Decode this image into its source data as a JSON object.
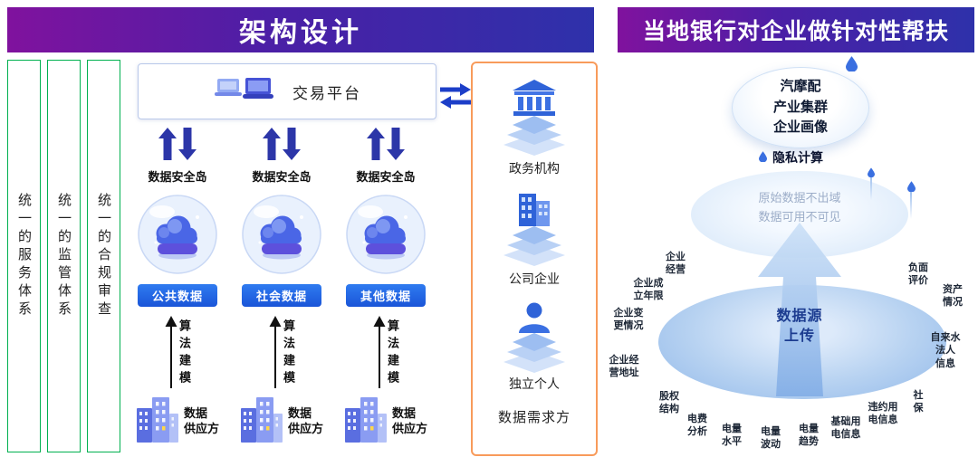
{
  "left": {
    "title": "架构设计",
    "side_bars": [
      "统一的服务体系",
      "统一的监管体系",
      "统一的合规审查"
    ],
    "platform": {
      "label": "交易平台"
    },
    "columns": [
      {
        "island": "数据安全岛",
        "data_label": "公共数据",
        "algo": "算法建模",
        "supplier": {
          "l1": "数据",
          "l2": "供应方"
        }
      },
      {
        "island": "数据安全岛",
        "data_label": "社会数据",
        "algo": "算法建模",
        "supplier": {
          "l1": "数据",
          "l2": "供应方"
        }
      },
      {
        "island": "数据安全岛",
        "data_label": "其他数据",
        "algo": "算法建模",
        "supplier": {
          "l1": "数据",
          "l2": "供应方"
        }
      }
    ],
    "demand": {
      "items": [
        "政务机构",
        "公司企业",
        "独立个人"
      ],
      "footer": "数据需求方"
    }
  },
  "right": {
    "title": "当地银行对企业做针对性帮扶",
    "top_ellipse": {
      "l1": "汽摩配",
      "l2": "产业集群",
      "l3": "企业画像"
    },
    "privacy_label": "隐私计算",
    "mid_ellipse": {
      "l1": "原始数据不出域",
      "l2": "数据可用不可见"
    },
    "arrow_label": {
      "l1": "数据源",
      "l2": "上传"
    },
    "disk_labels": [
      {
        "l1": "企业",
        "l2": "经营"
      },
      {
        "l1": "企业成",
        "l2": "立年限"
      },
      {
        "l1": "企业变",
        "l2": "更情况"
      },
      {
        "l1": "企业经",
        "l2": "营地址"
      },
      {
        "l1": "股权",
        "l2": "结构"
      },
      {
        "l1": "电费",
        "l2": "分析"
      },
      {
        "l1": "电量",
        "l2": "水平"
      },
      {
        "l1": "电量",
        "l2": "波动"
      },
      {
        "l1": "电量",
        "l2": "趋势"
      },
      {
        "l1": "基础用",
        "l2": "电信息"
      },
      {
        "l1": "违约用",
        "l2": "电信息"
      },
      {
        "l1": "社",
        "l2": "保"
      },
      {
        "l1": "自来水",
        "l2": "法人",
        "l3": "信息"
      },
      {
        "l1": "资产",
        "l2": "情况"
      },
      {
        "l1": "负面",
        "l2": "评价"
      }
    ]
  },
  "colors": {
    "title_gradient_left": "#80129E",
    "title_gradient_right": "#2E31AA",
    "green_border": "#00B050",
    "orange_border": "#F89B5B",
    "data_button_blue": "#1E63E0",
    "arrow_indigo": "#2C36A8",
    "link_blue": "#1C3EC8",
    "disk_blue": "#A9C9EF",
    "navy_text": "#1C3C90"
  }
}
